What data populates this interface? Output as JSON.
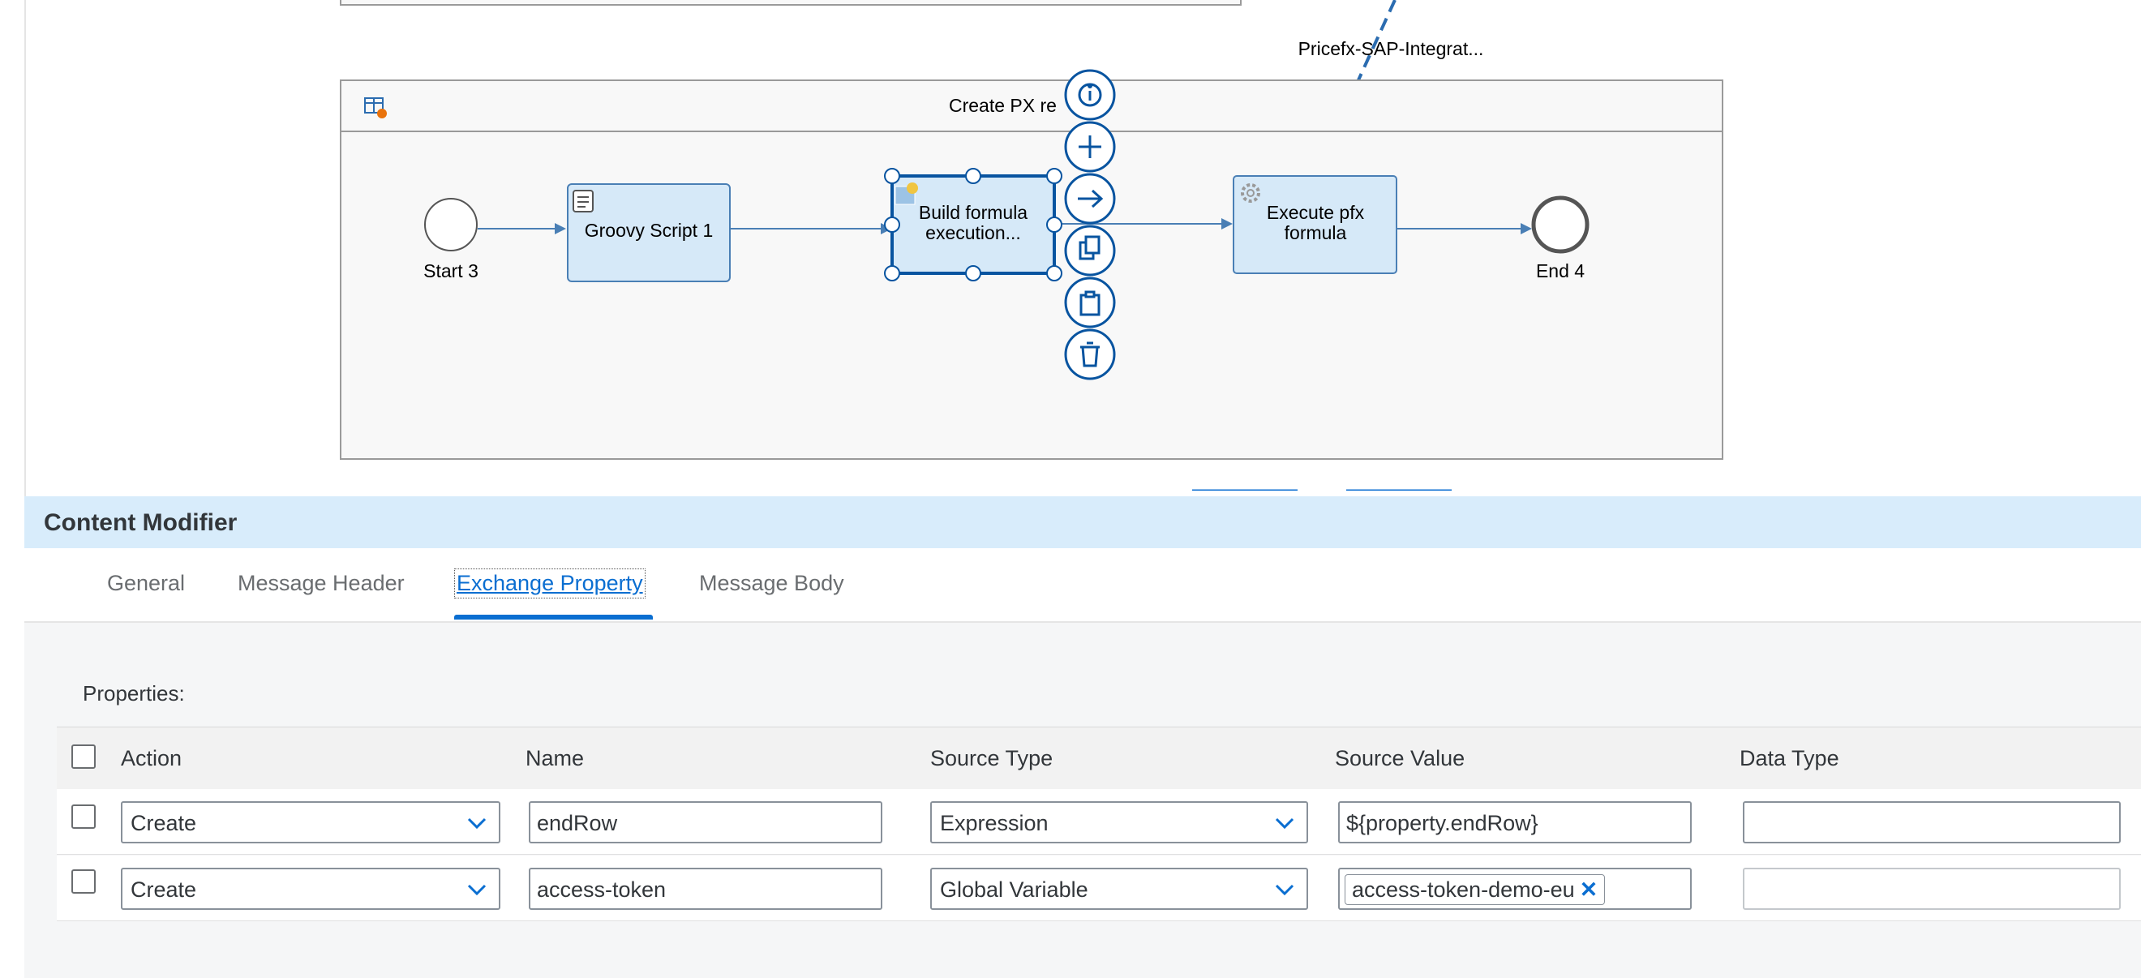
{
  "canvas": {
    "connection_label": "Pricefx-SAP-Integrat...",
    "pool_title": "Create PX re",
    "nodes": {
      "start": "Start 3",
      "groovy": "Groovy Script 1",
      "build_line1": "Build formula",
      "build_line2": "execution...",
      "execute_line1": "Execute pfx",
      "execute_line2": "formula",
      "end": "End 4"
    },
    "context_actions": [
      "info-icon",
      "add-icon",
      "arrow-right-icon",
      "copy-icon",
      "paste-icon",
      "delete-icon"
    ],
    "accent_color": "#0854a0",
    "task_fill": "#d6e9f8"
  },
  "panel": {
    "title": "Content Modifier",
    "tabs": [
      {
        "label": "General"
      },
      {
        "label": "Message Header"
      },
      {
        "label": "Exchange Property",
        "active": true
      },
      {
        "label": "Message Body"
      }
    ],
    "properties_label": "Properties:",
    "columns": [
      "Action",
      "Name",
      "Source Type",
      "Source Value",
      "Data Type"
    ],
    "rows": [
      {
        "action": "Create",
        "name": "endRow",
        "source_type": "Expression",
        "source_value": "${property.endRow}",
        "data_type": ""
      },
      {
        "action": "Create",
        "name": "access-token",
        "source_type": "Global Variable",
        "source_value": "access-token-demo-eu",
        "data_type": ""
      }
    ]
  }
}
